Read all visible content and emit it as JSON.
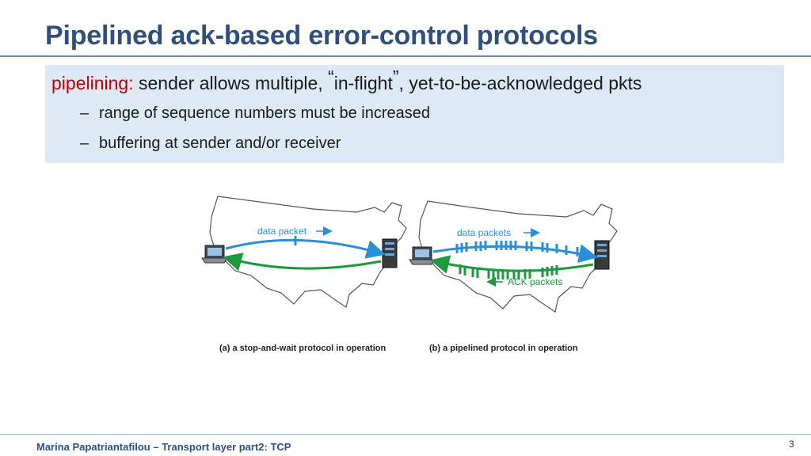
{
  "slide": {
    "title": "Pipelined ack-based error-control protocols",
    "keyword": "pipelining:",
    "bullet_pre": " sender allows multiple, ",
    "open_quote": "“",
    "bullet_quoted": "in-flight",
    "close_quote": "”",
    "bullet_post": ", yet-to-be-acknowledged pkts",
    "sub_dash": "–",
    "sub_bullets": [
      "range of sequence numbers must be increased",
      "buffering at sender and/or receiver"
    ]
  },
  "figure": {
    "a_data_label": "data packet",
    "b_data_label": "data packets",
    "b_ack_label": "ACK packets",
    "caption_a": "(a) a stop-and-wait protocol in operation",
    "caption_b": "(b) a pipelined protocol in operation",
    "colors": {
      "data": "#2a8fd6",
      "ack": "#1d9a3e",
      "outline": "#555555"
    }
  },
  "footer": {
    "author": "Marina Papatriantafilou –  Transport layer part2: TCP",
    "page": "3"
  }
}
